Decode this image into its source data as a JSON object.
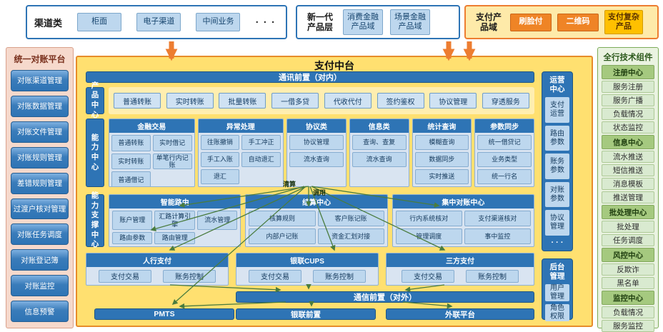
{
  "top": {
    "channel": {
      "label": "渠道类",
      "items": [
        "柜面",
        "电子渠道",
        "中间业务"
      ],
      "more": "· · ·"
    },
    "product_layer": {
      "label": "新一代产品层",
      "items": [
        "消费金融产品域",
        "场景金融产品域"
      ]
    },
    "payment_domain": {
      "label": "支付产品域",
      "items": [
        "刷脸付",
        "二维码",
        "支付复杂产品"
      ]
    }
  },
  "left_panel": {
    "title": "统一对账平台",
    "items": [
      "对账渠道管理",
      "对账数据管理",
      "对账文件管理",
      "对账规则管理",
      "差错规则管理",
      "过渡户核对管理",
      "对账任务调度",
      "对账登记簿",
      "对账监控",
      "信息预警"
    ]
  },
  "right_panel": {
    "title": "全行技术组件",
    "sections": [
      {
        "title": "注册中心",
        "items": [
          "服务注册",
          "服务广播",
          "负载情况",
          "状态监控"
        ]
      },
      {
        "title": "信息中心",
        "items": [
          "流水推送",
          "短信推送",
          "消息模板",
          "推送管理"
        ]
      },
      {
        "title": "批处理中心",
        "items": [
          "批处理",
          "任务调度"
        ]
      },
      {
        "title": "风控中心",
        "items": [
          "反欺诈",
          "黑名单"
        ]
      },
      {
        "title": "监控中心",
        "items": [
          "负载情况",
          "服务监控"
        ]
      }
    ]
  },
  "main": {
    "title": "支付中台",
    "comm_internal": "通讯前置（对内）",
    "comm_external": "通信前置（对外）",
    "product_center": {
      "label": "产品中心",
      "items": [
        "普通转账",
        "实时转账",
        "批量转账",
        "一借多贷",
        "代收代付",
        "签约鉴权",
        "协议管理",
        "穿透服务"
      ]
    },
    "capability_center": {
      "label": "能力中心",
      "groups": [
        {
          "title": "金融交易",
          "items": [
            "普通转账",
            "实时借记",
            "实时转账",
            "单笔行内记账",
            "普通借记"
          ]
        },
        {
          "title": "异常处理",
          "items": [
            "往账撤销",
            "手工冲正",
            "手工入账",
            "自动退汇",
            "退汇"
          ]
        },
        {
          "title": "协议类",
          "items": [
            "协议管理",
            "流水查询"
          ]
        },
        {
          "title": "信息类",
          "items": [
            "查询、查复",
            "流水查询"
          ]
        },
        {
          "title": "统计查询",
          "items": [
            "模糊查询",
            "数据同步",
            "实时推送"
          ]
        },
        {
          "title": "参数同步",
          "items": [
            "统一借贷记",
            "业务类型",
            "统一行名"
          ]
        }
      ]
    },
    "support_center": {
      "label": "能力支撑中心",
      "groups": [
        {
          "title": "智能路由",
          "items": [
            "账户管理",
            "汇路计算引擎",
            "流水管理",
            "路由参数",
            "路由管理"
          ]
        },
        {
          "title": "结算中心",
          "items": [
            "核算规则",
            "客户账记账",
            "内部户记账",
            "资金汇划对接"
          ]
        },
        {
          "title": "集中对账中心",
          "items": [
            "行内系统核对",
            "支付渠道核对",
            "管理调度",
            "事中监控"
          ]
        }
      ]
    },
    "rails": [
      {
        "title": "人行支付",
        "items": [
          "支付交易",
          "账务控制"
        ]
      },
      {
        "title": "银联CUPS",
        "items": [
          "支付交易",
          "账务控制"
        ]
      },
      {
        "title": "三方支付",
        "items": [
          "支付交易",
          "账务控制"
        ]
      }
    ],
    "bottom": [
      "PMTS",
      "银联前置",
      "外联平台"
    ],
    "ops": {
      "title": "运营中心",
      "items": [
        "支付运营",
        "路由参数",
        "账务参数",
        "对账参数",
        "协议管理"
      ],
      "more": "· · ·"
    },
    "backstage": {
      "title": "后台管理",
      "items": [
        "用户管理",
        "角色权限"
      ]
    },
    "arrow_labels": {
      "settlement": "清算",
      "invoke": "调用"
    }
  },
  "colors": {
    "blue": "#2e74b5",
    "light_blue": "#bdd7ee",
    "gold": "#ffe070",
    "orange": "#ed7d31",
    "green": "#4a7c3f"
  }
}
